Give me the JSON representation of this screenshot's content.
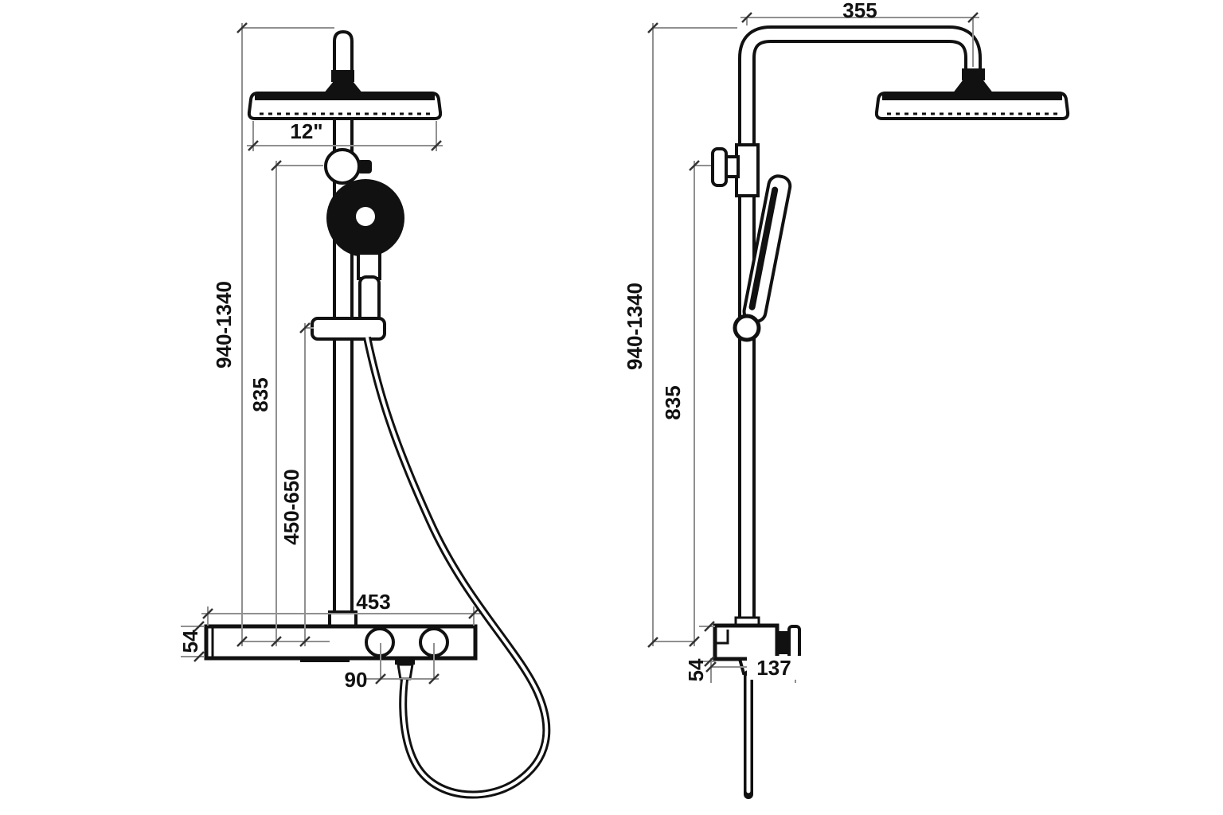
{
  "drawing": {
    "kind": "technical-dimension-drawing",
    "subject": "thermostatic shower column with overhead shower, hand shower and shelf valve - front and side views",
    "units_note": "",
    "colors": {
      "background": "#ffffff",
      "outline": "#111111",
      "dimension_line": "#909090",
      "tick": "#333333",
      "label": "#111111"
    }
  },
  "dims": {
    "head_width": {
      "label": "12\"",
      "view": "front"
    },
    "front_height": {
      "label": "940-1340",
      "view": "front"
    },
    "front_bracket_height": {
      "label": "835",
      "view": "front"
    },
    "front_handset_height": {
      "label": "450-650",
      "view": "front"
    },
    "shelf_width": {
      "label": "453",
      "view": "front"
    },
    "shelf_height": {
      "label": "54",
      "view": "front"
    },
    "knob_spacing": {
      "label": "90",
      "view": "front"
    },
    "arm_reach": {
      "label": "355",
      "view": "side"
    },
    "side_height": {
      "label": "940-1340",
      "view": "side"
    },
    "side_bracket_height": {
      "label": "835",
      "view": "side"
    },
    "valve_height": {
      "label": "54",
      "view": "side"
    },
    "valve_depth": {
      "label": "137",
      "view": "side"
    }
  }
}
